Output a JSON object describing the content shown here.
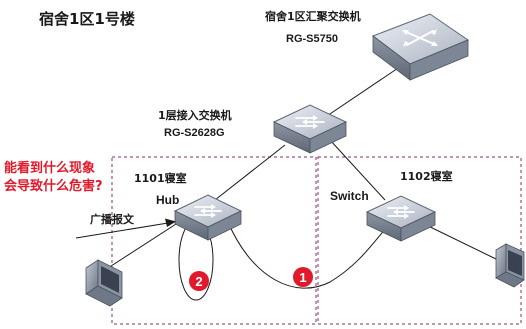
{
  "building_title": "宿舍1区1号楼",
  "core_switch": {
    "title": "宿舍1区汇聚交换机",
    "model": "RG-S5750"
  },
  "access_switch": {
    "title": "1层接入交换机",
    "model": "RG-S2628G"
  },
  "question_lines": [
    "能看到什么现象",
    "会导致什么危害?"
  ],
  "rooms": [
    {
      "label": "1101寝室"
    },
    {
      "label": "1102寝室"
    }
  ],
  "hub_label": "Hub",
  "switch_label": "Switch",
  "broadcast_label": "广播报文",
  "markers": [
    {
      "number": "1"
    },
    {
      "number": "2"
    }
  ],
  "colors": {
    "question_text": "#e0192b",
    "marker_fill": "#e0192b",
    "room_border": "#8a2b6b"
  }
}
